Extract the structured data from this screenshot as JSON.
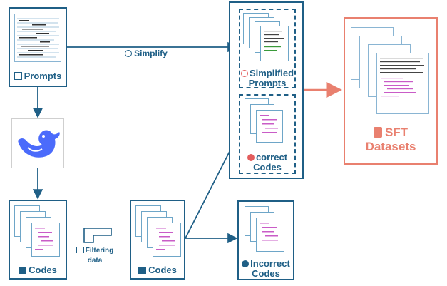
{
  "colors": {
    "primary": "#1f5f86",
    "accent": "#e9806f",
    "check_red": "#e35d5d",
    "deepseek_blue": "#4b6bfb",
    "code_pink": "#c95cc7"
  },
  "nodes": {
    "prompts": {
      "label": "Prompts",
      "icon": "edit-icon"
    },
    "model": {
      "icon": "deepseek-whale-logo"
    },
    "codes_left": {
      "label": "Codes",
      "icon": "code-icon"
    },
    "codes_middle": {
      "label": "Codes",
      "icon": "code-icon"
    },
    "simplified": {
      "label_line1": "Simplified",
      "label_line2": "Prompts",
      "icon": "check-badge-icon"
    },
    "correct": {
      "label_line1": "correct",
      "label_line2": "Codes",
      "icon": "check-circle-icon"
    },
    "incorrect": {
      "label_line1": "Incorrect",
      "label_line2": "Codes",
      "icon": "x-circle-icon"
    },
    "sft": {
      "label_line1": "SFT",
      "label_line2": "Datasets",
      "icon": "document-icon"
    }
  },
  "edges": {
    "simplify": {
      "label": "Simplify",
      "icon": "check-badge-icon"
    },
    "filtering": {
      "label": "Filtering data",
      "icon": "sliders-icon"
    }
  }
}
